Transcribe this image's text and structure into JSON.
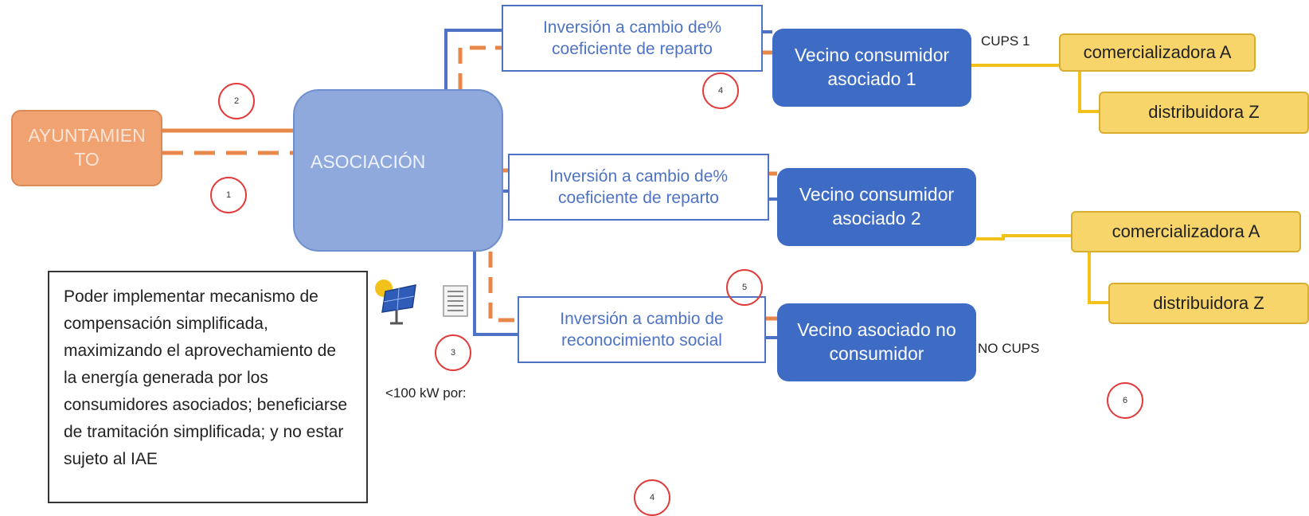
{
  "nodes": {
    "ayuntamiento": "AYUNTAMIEN\nTO",
    "asociacion": "ASOCIACIÓN",
    "inversion_1": "Inversión a cambio de%\ncoeficiente de reparto",
    "inversion_2": "Inversión a cambio de%\ncoeficiente de reparto",
    "inversion_3": "Inversión a cambio de\nreconocimiento social",
    "vecino_1": "Vecino consumidor\nasociado 1",
    "vecino_2": "Vecino consumidor\nasociado 2",
    "vecino_3": "Vecino asociado no\nconsumidor",
    "comercializadora_1": "comercializadora A",
    "distribuidora_1": "distribuidora Z",
    "comercializadora_2": "comercializadora A",
    "distribuidora_2": "distribuidora Z"
  },
  "labels": {
    "cups_1": "CUPS 1",
    "no_cups": "NO CUPS",
    "power_limit": "<100 kW por:"
  },
  "note": "Poder implementar mecanismo de compensación simplificada, maximizando el aprovechamiento de la energía generada por los consumidores asociados; beneficiarse de tramitación simplificada; y no estar sujeto al IAE",
  "markers": {
    "m1": "1",
    "m2": "2",
    "m3": "3",
    "m4a": "4",
    "m4b": "4",
    "m5": "5",
    "m6": "6"
  },
  "icons": {
    "solar": "solar-panel-icon",
    "document": "document-icon"
  },
  "colors": {
    "orange_line": "#e8874a",
    "blue_line": "#4e73c4",
    "yellow_line": "#f2c21b"
  }
}
